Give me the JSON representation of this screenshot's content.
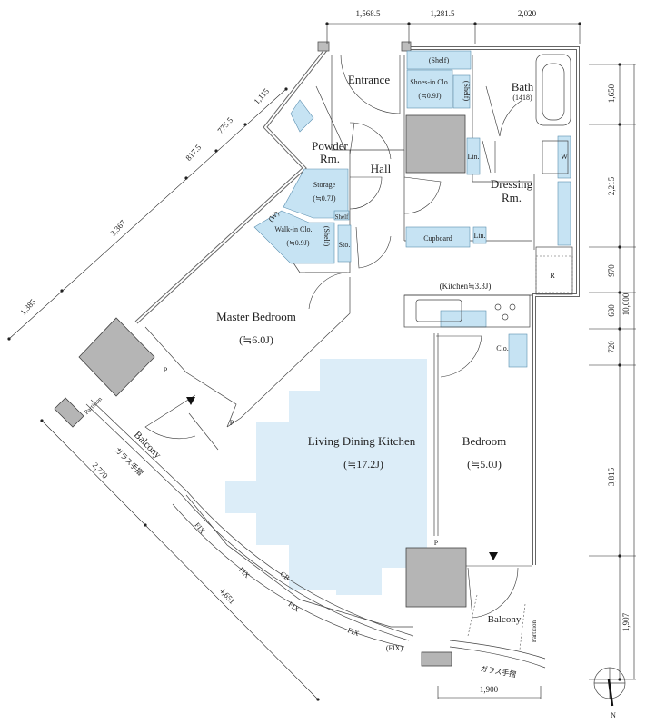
{
  "rooms": {
    "entrance": "Entrance",
    "powder_1": "Powder",
    "powder_2": "Rm.",
    "hall": "Hall",
    "bath": "Bath",
    "bath_size": "(1418)",
    "dressing_1": "Dressing",
    "dressing_2": "Rm.",
    "master_bedroom": "Master Bedroom",
    "master_bedroom_area": "(≒6.0J)",
    "ldk": "Living Dining Kitchen",
    "ldk_area": "(≒17.2J)",
    "bedroom": "Bedroom",
    "bedroom_area": "(≒5.0J)",
    "kitchen": "(Kitchen≒3.3J)",
    "balcony_left": "Balcony",
    "balcony_right": "Balcony"
  },
  "fixtures": {
    "shelf_top": "(Shelf)",
    "shoes_in_clo": "Shoes-in Clo.",
    "shoes_in_clo_area": "(≒0.9J)",
    "shelf_side": "(Shelf)",
    "storage": "Storage",
    "storage_area": "(≒0.7J)",
    "shelf_small": "Shelf",
    "walkin_clo": "Walk-in Clo.",
    "walkin_clo_area": "(≒0.9J)",
    "walkin_w": "(W)",
    "walkin_shelf": "(Shelf)",
    "sto": "Sto.",
    "lin_1": "Lin.",
    "lin_2": "Lin.",
    "washer": "W",
    "cupboard": "Cupboard",
    "refrigerator": "R",
    "clo": "Clo.",
    "pipe_1": "P",
    "pipe_2": "P",
    "pipe_3": "P",
    "partition_left": "Partition",
    "partition_right": "Partition",
    "glass_railing_left": "ガラス手摺",
    "glass_railing_right": "ガラス手摺",
    "fix_1": "FIX",
    "fix_2": "FIX",
    "fix_3": "FIX",
    "fix_4": "FIX",
    "fix_5": "(FIX)",
    "cb": "CB"
  },
  "dimensions": {
    "top": [
      "1,568.5",
      "1,281.5",
      "2,020"
    ],
    "right": [
      "1,650",
      "2,215",
      "970",
      "630",
      "720",
      "3,815",
      "1,907"
    ],
    "right_total": "10,000",
    "diagonal_upper": [
      "1,115",
      "775.5",
      "817.5",
      "3,367",
      "1,385"
    ],
    "diagonal_lower": [
      "2,770",
      "4,651"
    ],
    "bottom": "1,900"
  },
  "compass": {
    "label": "N"
  },
  "colors": {
    "storage_blue": "#c6e3f3",
    "ldk_blue": "#dcedf8",
    "column_gray": "#b5b5b5"
  }
}
